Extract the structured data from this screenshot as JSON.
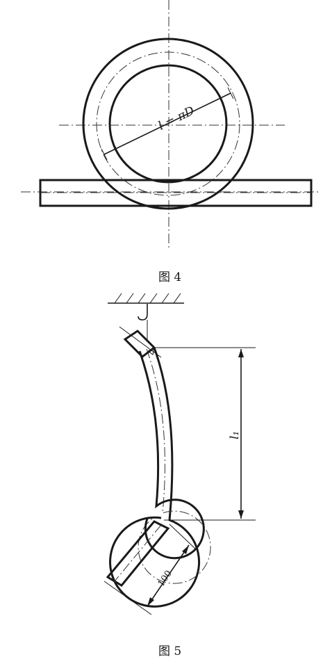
{
  "figures": [
    {
      "caption": "图 4",
      "dimension_label": "l = πD"
    },
    {
      "caption": "图 5",
      "length_label": "l₁",
      "offset_label": "100"
    }
  ]
}
